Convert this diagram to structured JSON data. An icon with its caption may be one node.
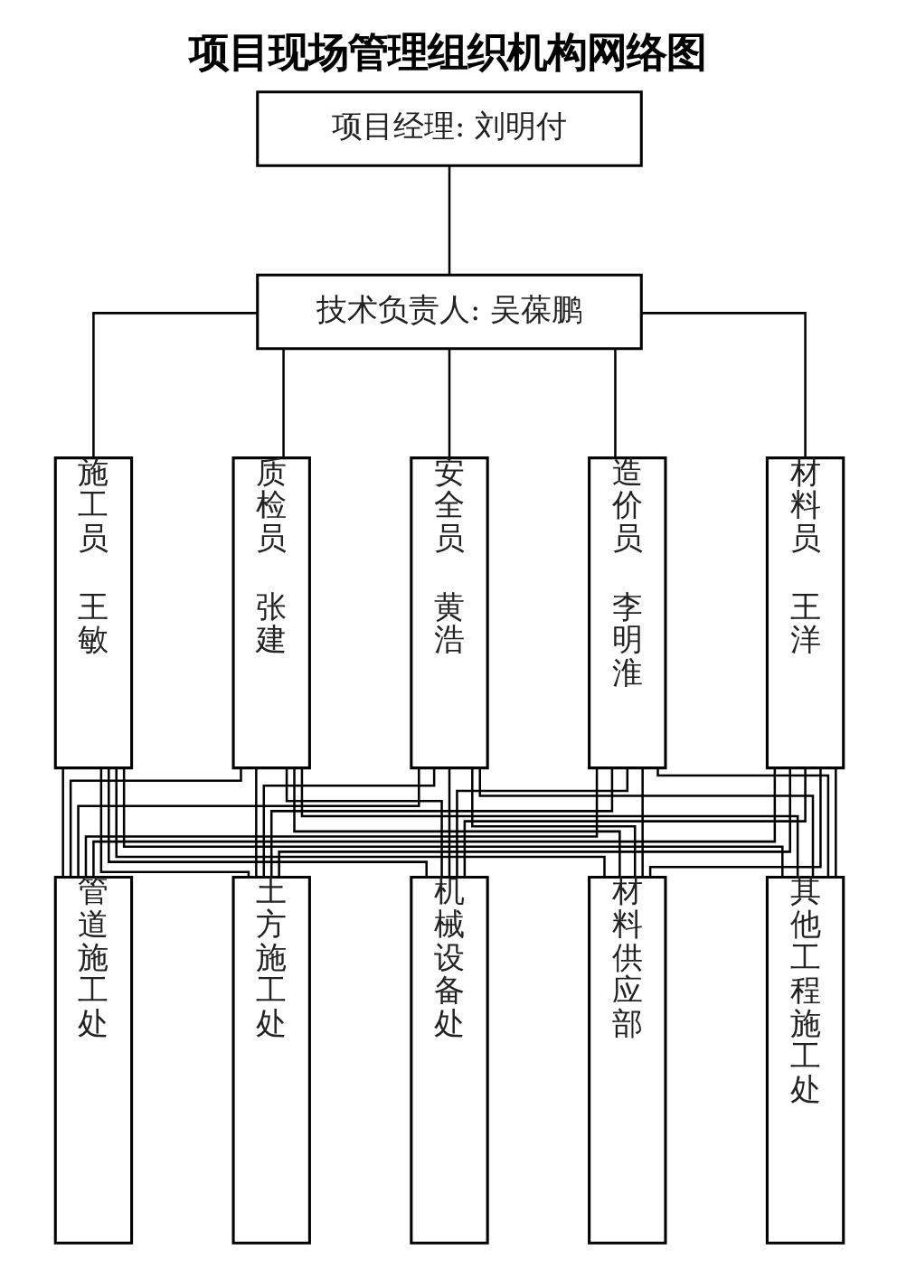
{
  "diagram": {
    "title": "项目现场管理组织机构网络图",
    "nodes": [
      {
        "text": [
          "项目经理: 刘明付"
        ]
      },
      {
        "text": [
          "技术负责人: 吴葆鹏"
        ]
      },
      {
        "text": [
          "施工员",
          "王敏"
        ]
      },
      {
        "text": [
          "质检员",
          "张建"
        ]
      },
      {
        "text": [
          "安全员",
          "黄浩"
        ]
      },
      {
        "text": [
          "造价员",
          "李明淮"
        ]
      },
      {
        "text": [
          "材料员",
          "王洋"
        ]
      },
      {
        "text": [
          "管道施工处"
        ]
      },
      {
        "text": [
          "土方施工处"
        ]
      },
      {
        "text": [
          "机械设备处"
        ]
      },
      {
        "text": [
          "材料供应部"
        ]
      },
      {
        "text": [
          "其他工程施工处"
        ]
      }
    ],
    "edges": [
      {
        "from": 0,
        "to": 1,
        "arrow": "none"
      },
      {
        "from": 1,
        "to": 2,
        "arrow": "none"
      },
      {
        "from": 1,
        "to": 3,
        "arrow": "none"
      },
      {
        "from": 1,
        "to": 4,
        "arrow": "none"
      },
      {
        "from": 1,
        "to": 5,
        "arrow": "none"
      },
      {
        "from": 1,
        "to": 6,
        "arrow": "none"
      },
      {
        "from": 2,
        "to": 7,
        "arrow": "none"
      },
      {
        "from": 2,
        "to": 8,
        "arrow": "none"
      },
      {
        "from": 2,
        "to": 9,
        "arrow": "none"
      },
      {
        "from": 2,
        "to": 10,
        "arrow": "none"
      },
      {
        "from": 2,
        "to": 11,
        "arrow": "none"
      },
      {
        "from": 3,
        "to": 7,
        "arrow": "none"
      },
      {
        "from": 3,
        "to": 8,
        "arrow": "none"
      },
      {
        "from": 3,
        "to": 9,
        "arrow": "none"
      },
      {
        "from": 3,
        "to": 10,
        "arrow": "none"
      },
      {
        "from": 3,
        "to": 11,
        "arrow": "none"
      },
      {
        "from": 4,
        "to": 7,
        "arrow": "none"
      },
      {
        "from": 4,
        "to": 8,
        "arrow": "none"
      },
      {
        "from": 4,
        "to": 9,
        "arrow": "none"
      },
      {
        "from": 4,
        "to": 10,
        "arrow": "none"
      },
      {
        "from": 4,
        "to": 11,
        "arrow": "none"
      },
      {
        "from": 5,
        "to": 7,
        "arrow": "none"
      },
      {
        "from": 5,
        "to": 8,
        "arrow": "none"
      },
      {
        "from": 5,
        "to": 9,
        "arrow": "none"
      },
      {
        "from": 5,
        "to": 10,
        "arrow": "none"
      },
      {
        "from": 5,
        "to": 11,
        "arrow": "none"
      },
      {
        "from": 6,
        "to": 7,
        "arrow": "none"
      },
      {
        "from": 6,
        "to": 8,
        "arrow": "none"
      },
      {
        "from": 6,
        "to": 9,
        "arrow": "none"
      },
      {
        "from": 6,
        "to": 10,
        "arrow": "none"
      },
      {
        "from": 6,
        "to": 11,
        "arrow": "none"
      }
    ]
  }
}
